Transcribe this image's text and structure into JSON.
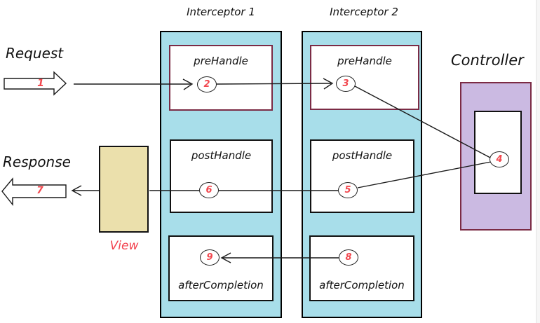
{
  "labels": {
    "request": "Request",
    "response": "Response",
    "controller": "Controller",
    "view": "View"
  },
  "interceptors": [
    {
      "title": "Interceptor 1",
      "methods": [
        {
          "name": "preHandle",
          "step": "2"
        },
        {
          "name": "postHandle",
          "step": "6"
        },
        {
          "name": "afterCompletion",
          "step": "9"
        }
      ]
    },
    {
      "title": "Interceptor 2",
      "methods": [
        {
          "name": "preHandle",
          "step": "3"
        },
        {
          "name": "postHandle",
          "step": "5"
        },
        {
          "name": "afterCompletion",
          "step": "8"
        }
      ]
    }
  ],
  "flow": {
    "request_step": "1",
    "controller_step": "4",
    "response_step": "7"
  },
  "colors": {
    "interceptor_fill": "#A8DEEA",
    "controller_fill": "#CBBAE2",
    "view_fill": "#EBE0AC",
    "maroon_border": "#7B2B45",
    "step_number_red": "#F2484F",
    "line_black": "#1a1a1a"
  }
}
